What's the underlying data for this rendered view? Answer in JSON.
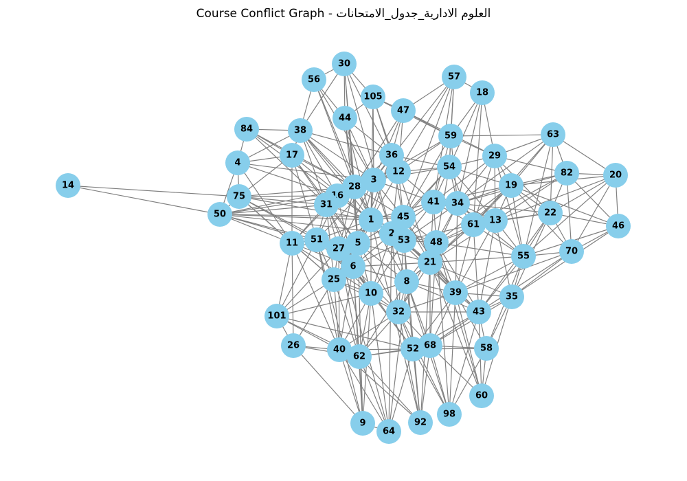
{
  "title": "Course Conflict Graph - العلوم الادارية_جدول_الامتحانات",
  "colors": {
    "node": "#87ceeb",
    "edge": "#808080",
    "label": "#000000"
  },
  "nodes": [
    "30",
    "56",
    "57",
    "18",
    "105",
    "47",
    "44",
    "84",
    "38",
    "59",
    "63",
    "17",
    "36",
    "29",
    "4",
    "12",
    "54",
    "82",
    "20",
    "14",
    "3",
    "28",
    "19",
    "16",
    "75",
    "31",
    "41",
    "34",
    "22",
    "46",
    "50",
    "1",
    "45",
    "13",
    "61",
    "2",
    "53",
    "51",
    "5",
    "11",
    "48",
    "27",
    "55",
    "70",
    "21",
    "6",
    "25",
    "8",
    "39",
    "10",
    "35",
    "32",
    "43",
    "101",
    "26",
    "68",
    "52",
    "58",
    "40",
    "62",
    "60",
    "98",
    "9",
    "92",
    "64"
  ],
  "edges": [
    [
      "14",
      "75"
    ],
    [
      "14",
      "50"
    ],
    [
      "4",
      "84"
    ],
    [
      "4",
      "17"
    ],
    [
      "4",
      "38"
    ],
    [
      "4",
      "50"
    ],
    [
      "4",
      "75"
    ],
    [
      "4",
      "11"
    ],
    [
      "4",
      "3"
    ],
    [
      "4",
      "16"
    ],
    [
      "84",
      "38"
    ],
    [
      "84",
      "17"
    ],
    [
      "84",
      "28"
    ],
    [
      "84",
      "31"
    ],
    [
      "84",
      "1"
    ],
    [
      "56",
      "30"
    ],
    [
      "56",
      "38"
    ],
    [
      "56",
      "44"
    ],
    [
      "56",
      "28"
    ],
    [
      "56",
      "3"
    ],
    [
      "56",
      "1"
    ],
    [
      "30",
      "105"
    ],
    [
      "30",
      "44"
    ],
    [
      "30",
      "38"
    ],
    [
      "30",
      "12"
    ],
    [
      "30",
      "28"
    ],
    [
      "30",
      "2"
    ],
    [
      "30",
      "5"
    ],
    [
      "57",
      "18"
    ],
    [
      "57",
      "59"
    ],
    [
      "57",
      "12"
    ],
    [
      "57",
      "54"
    ],
    [
      "57",
      "47"
    ],
    [
      "57",
      "41"
    ],
    [
      "57",
      "45"
    ],
    [
      "57",
      "3"
    ],
    [
      "18",
      "59"
    ],
    [
      "18",
      "29"
    ],
    [
      "18",
      "54"
    ],
    [
      "18",
      "61"
    ],
    [
      "18",
      "34"
    ],
    [
      "105",
      "47"
    ],
    [
      "105",
      "44"
    ],
    [
      "105",
      "36"
    ],
    [
      "105",
      "12"
    ],
    [
      "105",
      "3"
    ],
    [
      "105",
      "1"
    ],
    [
      "105",
      "59"
    ],
    [
      "47",
      "59"
    ],
    [
      "47",
      "36"
    ],
    [
      "47",
      "12"
    ],
    [
      "47",
      "28"
    ],
    [
      "47",
      "3"
    ],
    [
      "47",
      "29"
    ],
    [
      "44",
      "36"
    ],
    [
      "44",
      "28"
    ],
    [
      "44",
      "1"
    ],
    [
      "44",
      "3"
    ],
    [
      "44",
      "5"
    ],
    [
      "38",
      "17"
    ],
    [
      "38",
      "36"
    ],
    [
      "38",
      "28"
    ],
    [
      "38",
      "3"
    ],
    [
      "38",
      "16"
    ],
    [
      "38",
      "1"
    ],
    [
      "38",
      "2"
    ],
    [
      "38",
      "31"
    ],
    [
      "17",
      "75"
    ],
    [
      "17",
      "11"
    ],
    [
      "17",
      "28"
    ],
    [
      "17",
      "31"
    ],
    [
      "17",
      "51"
    ],
    [
      "17",
      "5"
    ],
    [
      "17",
      "1"
    ],
    [
      "59",
      "54"
    ],
    [
      "59",
      "29"
    ],
    [
      "59",
      "63"
    ],
    [
      "59",
      "12"
    ],
    [
      "59",
      "41"
    ],
    [
      "59",
      "34"
    ],
    [
      "59",
      "3"
    ],
    [
      "59",
      "45"
    ],
    [
      "63",
      "29"
    ],
    [
      "63",
      "82"
    ],
    [
      "63",
      "20"
    ],
    [
      "63",
      "19"
    ],
    [
      "63",
      "34"
    ],
    [
      "63",
      "55"
    ],
    [
      "63",
      "22"
    ],
    [
      "63",
      "61"
    ],
    [
      "36",
      "12"
    ],
    [
      "36",
      "3"
    ],
    [
      "36",
      "28"
    ],
    [
      "36",
      "1"
    ],
    [
      "36",
      "45"
    ],
    [
      "36",
      "54"
    ],
    [
      "36",
      "5"
    ],
    [
      "29",
      "54"
    ],
    [
      "29",
      "19"
    ],
    [
      "29",
      "82"
    ],
    [
      "29",
      "34"
    ],
    [
      "29",
      "61"
    ],
    [
      "29",
      "13"
    ],
    [
      "29",
      "41"
    ],
    [
      "29",
      "22"
    ],
    [
      "29",
      "55"
    ],
    [
      "12",
      "3"
    ],
    [
      "12",
      "54"
    ],
    [
      "12",
      "28"
    ],
    [
      "12",
      "16"
    ],
    [
      "12",
      "41"
    ],
    [
      "12",
      "1"
    ],
    [
      "12",
      "45"
    ],
    [
      "12",
      "2"
    ],
    [
      "12",
      "21"
    ],
    [
      "54",
      "41"
    ],
    [
      "54",
      "34"
    ],
    [
      "54",
      "19"
    ],
    [
      "54",
      "45"
    ],
    [
      "54",
      "61"
    ],
    [
      "54",
      "13"
    ],
    [
      "54",
      "2"
    ],
    [
      "54",
      "48"
    ],
    [
      "54",
      "3"
    ],
    [
      "82",
      "20"
    ],
    [
      "82",
      "19"
    ],
    [
      "82",
      "22"
    ],
    [
      "82",
      "46"
    ],
    [
      "82",
      "13"
    ],
    [
      "82",
      "61"
    ],
    [
      "82",
      "70"
    ],
    [
      "82",
      "34"
    ],
    [
      "20",
      "46"
    ],
    [
      "20",
      "22"
    ],
    [
      "20",
      "70"
    ],
    [
      "20",
      "19"
    ],
    [
      "20",
      "55"
    ],
    [
      "20",
      "13"
    ],
    [
      "46",
      "22"
    ],
    [
      "46",
      "70"
    ],
    [
      "46",
      "55"
    ],
    [
      "46",
      "19"
    ],
    [
      "46",
      "35"
    ],
    [
      "3",
      "28"
    ],
    [
      "3",
      "16"
    ],
    [
      "3",
      "31"
    ],
    [
      "3",
      "1"
    ],
    [
      "3",
      "45"
    ],
    [
      "3",
      "41"
    ],
    [
      "3",
      "2"
    ],
    [
      "3",
      "5"
    ],
    [
      "3",
      "51"
    ],
    [
      "3",
      "27"
    ],
    [
      "28",
      "16"
    ],
    [
      "28",
      "31"
    ],
    [
      "28",
      "1"
    ],
    [
      "28",
      "5"
    ],
    [
      "28",
      "27"
    ],
    [
      "28",
      "75"
    ],
    [
      "28",
      "50"
    ],
    [
      "28",
      "45"
    ],
    [
      "16",
      "31"
    ],
    [
      "16",
      "75"
    ],
    [
      "16",
      "50"
    ],
    [
      "16",
      "11"
    ],
    [
      "16",
      "1"
    ],
    [
      "16",
      "51"
    ],
    [
      "16",
      "6"
    ],
    [
      "75",
      "50"
    ],
    [
      "75",
      "31"
    ],
    [
      "75",
      "11"
    ],
    [
      "75",
      "51"
    ],
    [
      "75",
      "1"
    ],
    [
      "75",
      "27"
    ],
    [
      "75",
      "25"
    ],
    [
      "50",
      "31"
    ],
    [
      "50",
      "11"
    ],
    [
      "50",
      "1"
    ],
    [
      "50",
      "45"
    ],
    [
      "50",
      "2"
    ],
    [
      "50",
      "51"
    ],
    [
      "50",
      "27"
    ],
    [
      "31",
      "1"
    ],
    [
      "31",
      "11"
    ],
    [
      "31",
      "51"
    ],
    [
      "31",
      "5"
    ],
    [
      "31",
      "27"
    ],
    [
      "31",
      "25"
    ],
    [
      "31",
      "6"
    ],
    [
      "31",
      "10"
    ],
    [
      "19",
      "34"
    ],
    [
      "19",
      "61"
    ],
    [
      "19",
      "13"
    ],
    [
      "19",
      "22"
    ],
    [
      "19",
      "55"
    ],
    [
      "19",
      "41"
    ],
    [
      "19",
      "48"
    ],
    [
      "19",
      "21"
    ],
    [
      "19",
      "70"
    ],
    [
      "41",
      "34"
    ],
    [
      "41",
      "61"
    ],
    [
      "41",
      "45"
    ],
    [
      "41",
      "1"
    ],
    [
      "41",
      "53"
    ],
    [
      "41",
      "48"
    ],
    [
      "41",
      "2"
    ],
    [
      "41",
      "21"
    ],
    [
      "41",
      "13"
    ],
    [
      "34",
      "61"
    ],
    [
      "34",
      "13"
    ],
    [
      "34",
      "22"
    ],
    [
      "34",
      "48"
    ],
    [
      "34",
      "53"
    ],
    [
      "34",
      "21"
    ],
    [
      "34",
      "55"
    ],
    [
      "34",
      "39"
    ],
    [
      "22",
      "13"
    ],
    [
      "22",
      "55"
    ],
    [
      "22",
      "70"
    ],
    [
      "22",
      "35"
    ],
    [
      "22",
      "61"
    ],
    [
      "22",
      "43"
    ],
    [
      "13",
      "61"
    ],
    [
      "13",
      "55"
    ],
    [
      "13",
      "48"
    ],
    [
      "13",
      "21"
    ],
    [
      "13",
      "39"
    ],
    [
      "13",
      "43"
    ],
    [
      "13",
      "35"
    ],
    [
      "61",
      "48"
    ],
    [
      "61",
      "53"
    ],
    [
      "61",
      "21"
    ],
    [
      "61",
      "55"
    ],
    [
      "61",
      "39"
    ],
    [
      "61",
      "8"
    ],
    [
      "61",
      "43"
    ],
    [
      "1",
      "45"
    ],
    [
      "1",
      "2"
    ],
    [
      "1",
      "5"
    ],
    [
      "1",
      "53"
    ],
    [
      "1",
      "27"
    ],
    [
      "1",
      "51"
    ],
    [
      "1",
      "6"
    ],
    [
      "1",
      "10"
    ],
    [
      "1",
      "8"
    ],
    [
      "1",
      "48"
    ],
    [
      "1",
      "21"
    ],
    [
      "1",
      "25"
    ],
    [
      "45",
      "2"
    ],
    [
      "45",
      "53"
    ],
    [
      "45",
      "48"
    ],
    [
      "45",
      "5"
    ],
    [
      "45",
      "21"
    ],
    [
      "45",
      "8"
    ],
    [
      "45",
      "39"
    ],
    [
      "2",
      "53"
    ],
    [
      "2",
      "5"
    ],
    [
      "2",
      "48"
    ],
    [
      "2",
      "21"
    ],
    [
      "2",
      "8"
    ],
    [
      "2",
      "6"
    ],
    [
      "2",
      "10"
    ],
    [
      "2",
      "32"
    ],
    [
      "2",
      "39"
    ],
    [
      "2",
      "27"
    ],
    [
      "53",
      "48"
    ],
    [
      "53",
      "21"
    ],
    [
      "53",
      "8"
    ],
    [
      "53",
      "39"
    ],
    [
      "53",
      "32"
    ],
    [
      "53",
      "43"
    ],
    [
      "53",
      "10"
    ],
    [
      "53",
      "6"
    ],
    [
      "51",
      "5"
    ],
    [
      "51",
      "27"
    ],
    [
      "51",
      "11"
    ],
    [
      "51",
      "6"
    ],
    [
      "51",
      "25"
    ],
    [
      "51",
      "10"
    ],
    [
      "51",
      "101"
    ],
    [
      "51",
      "40"
    ],
    [
      "11",
      "27"
    ],
    [
      "11",
      "25"
    ],
    [
      "11",
      "6"
    ],
    [
      "11",
      "101"
    ],
    [
      "11",
      "26"
    ],
    [
      "11",
      "40"
    ],
    [
      "11",
      "10"
    ],
    [
      "5",
      "27"
    ],
    [
      "5",
      "6"
    ],
    [
      "5",
      "25"
    ],
    [
      "5",
      "10"
    ],
    [
      "5",
      "32"
    ],
    [
      "5",
      "8"
    ],
    [
      "5",
      "21"
    ],
    [
      "27",
      "6"
    ],
    [
      "27",
      "25"
    ],
    [
      "27",
      "10"
    ],
    [
      "27",
      "101"
    ],
    [
      "27",
      "40"
    ],
    [
      "27",
      "62"
    ],
    [
      "6",
      "25"
    ],
    [
      "6",
      "10"
    ],
    [
      "6",
      "8"
    ],
    [
      "6",
      "32"
    ],
    [
      "6",
      "40"
    ],
    [
      "6",
      "62"
    ],
    [
      "6",
      "52"
    ],
    [
      "6",
      "21"
    ],
    [
      "48",
      "21"
    ],
    [
      "48",
      "8"
    ],
    [
      "48",
      "39"
    ],
    [
      "48",
      "55"
    ],
    [
      "48",
      "43"
    ],
    [
      "48",
      "32"
    ],
    [
      "48",
      "68"
    ],
    [
      "21",
      "8"
    ],
    [
      "21",
      "39"
    ],
    [
      "21",
      "55"
    ],
    [
      "21",
      "43"
    ],
    [
      "21",
      "32"
    ],
    [
      "21",
      "68"
    ],
    [
      "21",
      "35"
    ],
    [
      "55",
      "70"
    ],
    [
      "55",
      "35"
    ],
    [
      "55",
      "43"
    ],
    [
      "55",
      "39"
    ],
    [
      "55",
      "58"
    ],
    [
      "70",
      "35"
    ],
    [
      "70",
      "43"
    ],
    [
      "70",
      "39"
    ],
    [
      "25",
      "10"
    ],
    [
      "25",
      "101"
    ],
    [
      "25",
      "26"
    ],
    [
      "25",
      "40"
    ],
    [
      "25",
      "62"
    ],
    [
      "25",
      "32"
    ],
    [
      "8",
      "39"
    ],
    [
      "8",
      "10"
    ],
    [
      "8",
      "32"
    ],
    [
      "8",
      "43"
    ],
    [
      "8",
      "52"
    ],
    [
      "8",
      "68"
    ],
    [
      "8",
      "62"
    ],
    [
      "39",
      "43"
    ],
    [
      "39",
      "35"
    ],
    [
      "39",
      "32"
    ],
    [
      "39",
      "52"
    ],
    [
      "39",
      "68"
    ],
    [
      "39",
      "58"
    ],
    [
      "39",
      "60"
    ],
    [
      "10",
      "32"
    ],
    [
      "10",
      "40"
    ],
    [
      "10",
      "62"
    ],
    [
      "10",
      "52"
    ],
    [
      "10",
      "101"
    ],
    [
      "10",
      "9"
    ],
    [
      "10",
      "64"
    ],
    [
      "35",
      "43"
    ],
    [
      "35",
      "58"
    ],
    [
      "35",
      "60"
    ],
    [
      "35",
      "68"
    ],
    [
      "32",
      "43"
    ],
    [
      "32",
      "52"
    ],
    [
      "32",
      "68"
    ],
    [
      "32",
      "62"
    ],
    [
      "32",
      "40"
    ],
    [
      "32",
      "92"
    ],
    [
      "32",
      "98"
    ],
    [
      "43",
      "58"
    ],
    [
      "43",
      "68"
    ],
    [
      "43",
      "52"
    ],
    [
      "43",
      "60"
    ],
    [
      "43",
      "98"
    ],
    [
      "101",
      "26"
    ],
    [
      "101",
      "40"
    ],
    [
      "101",
      "62"
    ],
    [
      "101",
      "52"
    ],
    [
      "26",
      "40"
    ],
    [
      "26",
      "62"
    ],
    [
      "26",
      "9"
    ],
    [
      "40",
      "62"
    ],
    [
      "40",
      "52"
    ],
    [
      "40",
      "9"
    ],
    [
      "40",
      "64"
    ],
    [
      "40",
      "92"
    ],
    [
      "62",
      "52"
    ],
    [
      "62",
      "68"
    ],
    [
      "62",
      "9"
    ],
    [
      "62",
      "64"
    ],
    [
      "62",
      "92"
    ],
    [
      "52",
      "68"
    ],
    [
      "52",
      "58"
    ],
    [
      "52",
      "98"
    ],
    [
      "52",
      "92"
    ],
    [
      "52",
      "64"
    ],
    [
      "68",
      "58"
    ],
    [
      "68",
      "60"
    ],
    [
      "68",
      "98"
    ],
    [
      "68",
      "92"
    ],
    [
      "58",
      "60"
    ],
    [
      "58",
      "98"
    ],
    [
      "9",
      "64"
    ],
    [
      "9",
      "6"
    ],
    [
      "9",
      "5"
    ],
    [
      "9",
      "51"
    ],
    [
      "64",
      "27"
    ],
    [
      "64",
      "2"
    ],
    [
      "64",
      "8"
    ],
    [
      "92",
      "53"
    ],
    [
      "92",
      "1"
    ],
    [
      "92",
      "21"
    ],
    [
      "98",
      "48"
    ],
    [
      "98",
      "39"
    ],
    [
      "98",
      "8"
    ],
    [
      "60",
      "21"
    ],
    [
      "60",
      "48"
    ]
  ]
}
